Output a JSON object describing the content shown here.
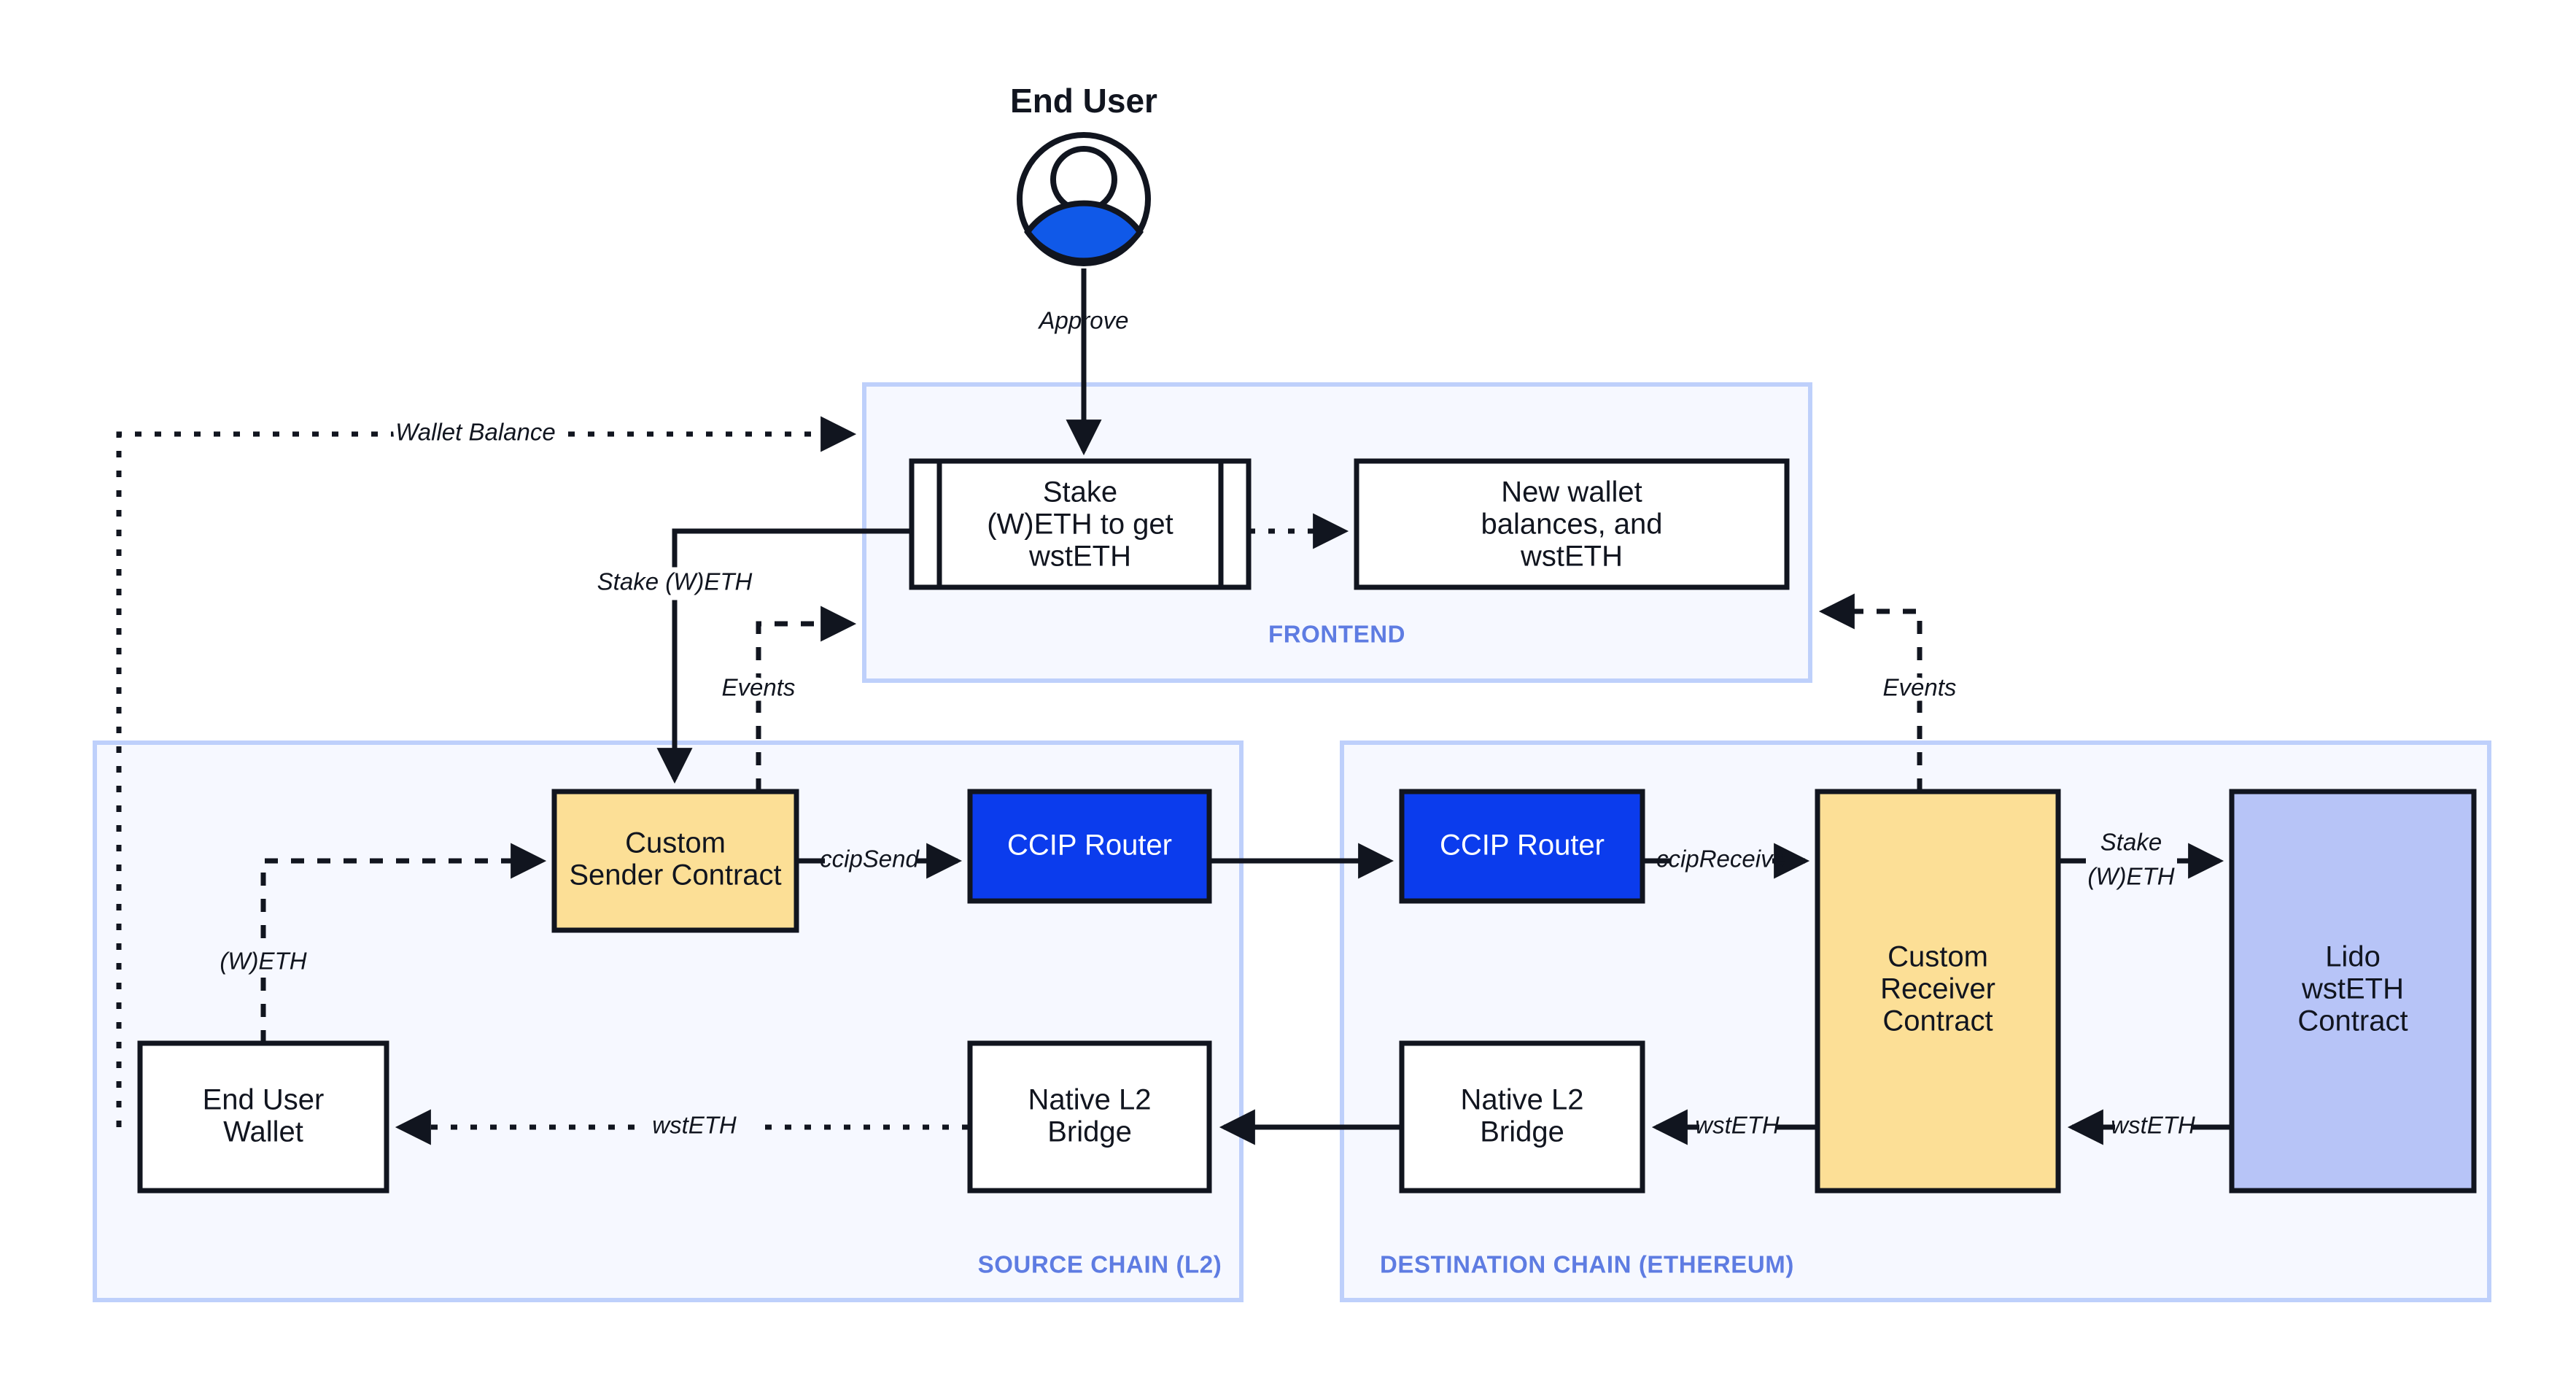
{
  "diagram": {
    "title": "CCIP Lido wstETH cross-chain staking architecture",
    "colors": {
      "group_fill": "#f6f8ff",
      "group_stroke": "#bed0fb",
      "group_label": "#5e7ce2",
      "node_stroke": "#11151f",
      "yellow": "#fcdf96",
      "blue": "#0b3ced",
      "periwinkle": "#b7c4f7",
      "white": "#ffffff",
      "avatar_body": "#1059e8"
    }
  },
  "actor": {
    "title": "End User",
    "icon": "user-avatar-icon"
  },
  "groups": [
    {
      "id": "frontend",
      "label": "FRONTEND"
    },
    {
      "id": "source-chain",
      "label": "SOURCE CHAIN (L2)"
    },
    {
      "id": "destination-chain",
      "label": "DESTINATION CHAIN (ETHEREUM)"
    }
  ],
  "nodes": {
    "stake_form": {
      "lines": [
        "Stake",
        "(W)ETH to get",
        "wstETH"
      ],
      "shape": "subprocess",
      "fill": "white"
    },
    "new_balances": {
      "lines": [
        "New wallet",
        "balances, and",
        "wstETH"
      ],
      "shape": "rect",
      "fill": "white"
    },
    "custom_sender": {
      "lines": [
        "Custom",
        "Sender Contract"
      ],
      "shape": "rect",
      "fill": "yellow"
    },
    "ccip_router_src": {
      "lines": [
        "CCIP Router"
      ],
      "shape": "rect",
      "fill": "blue"
    },
    "end_user_wallet": {
      "lines": [
        "End User",
        "Wallet"
      ],
      "shape": "rect",
      "fill": "white"
    },
    "native_bridge_src": {
      "lines": [
        "Native L2",
        "Bridge"
      ],
      "shape": "rect",
      "fill": "white"
    },
    "ccip_router_dst": {
      "lines": [
        "CCIP Router"
      ],
      "shape": "rect",
      "fill": "blue"
    },
    "native_bridge_dst": {
      "lines": [
        "Native L2",
        "Bridge"
      ],
      "shape": "rect",
      "fill": "white"
    },
    "custom_receiver": {
      "lines": [
        "Custom",
        "Receiver",
        "Contract"
      ],
      "shape": "rect",
      "fill": "yellow"
    },
    "lido_contract": {
      "lines": [
        "Lido",
        "wstETH",
        "Contract"
      ],
      "shape": "rect",
      "fill": "periwinkle"
    }
  },
  "edges": [
    {
      "id": "approve",
      "label": "Approve",
      "from": "end_user",
      "to": "stake_form",
      "style": "solid"
    },
    {
      "id": "wallet-balance",
      "label": "Wallet Balance",
      "from": "end_user_wallet",
      "to": "stake_form",
      "style": "dotted"
    },
    {
      "id": "stake-weth",
      "label": "Stake (W)ETH",
      "from": "stake_form",
      "to": "custom_sender",
      "style": "solid"
    },
    {
      "id": "events-src",
      "label": "Events",
      "from": "custom_sender",
      "to": "frontend",
      "style": "dashed"
    },
    {
      "id": "balances-update",
      "label": "",
      "from": "stake_form",
      "to": "new_balances",
      "style": "dotted"
    },
    {
      "id": "weth",
      "label": "(W)ETH",
      "from": "end_user_wallet",
      "to": "custom_sender",
      "style": "dashed"
    },
    {
      "id": "ccipsend",
      "label": "ccipSend",
      "from": "custom_sender",
      "to": "ccip_router_src",
      "style": "solid"
    },
    {
      "id": "ccip-cross",
      "label": "",
      "from": "ccip_router_src",
      "to": "ccip_router_dst",
      "style": "solid"
    },
    {
      "id": "ccipreceive",
      "label": "ccipReceive",
      "from": "ccip_router_dst",
      "to": "custom_receiver",
      "style": "solid"
    },
    {
      "id": "stake-weth-lido",
      "label": "Stake\n(W)ETH",
      "label_lines": [
        "Stake",
        "(W)ETH"
      ],
      "from": "custom_receiver",
      "to": "lido_contract",
      "style": "solid"
    },
    {
      "id": "wsteth-lido-back",
      "label": "wstETH",
      "from": "lido_contract",
      "to": "custom_receiver",
      "style": "solid"
    },
    {
      "id": "wsteth-to-bridge",
      "label": "wstETH",
      "from": "custom_receiver",
      "to": "native_bridge_dst",
      "style": "solid"
    },
    {
      "id": "bridge-cross",
      "label": "",
      "from": "native_bridge_dst",
      "to": "native_bridge_src",
      "style": "solid"
    },
    {
      "id": "wsteth-to-wallet",
      "label": "wstETH",
      "from": "native_bridge_src",
      "to": "end_user_wallet",
      "style": "dotted"
    },
    {
      "id": "events-dst",
      "label": "Events",
      "from": "custom_receiver",
      "to": "new_balances",
      "style": "dashed"
    }
  ]
}
